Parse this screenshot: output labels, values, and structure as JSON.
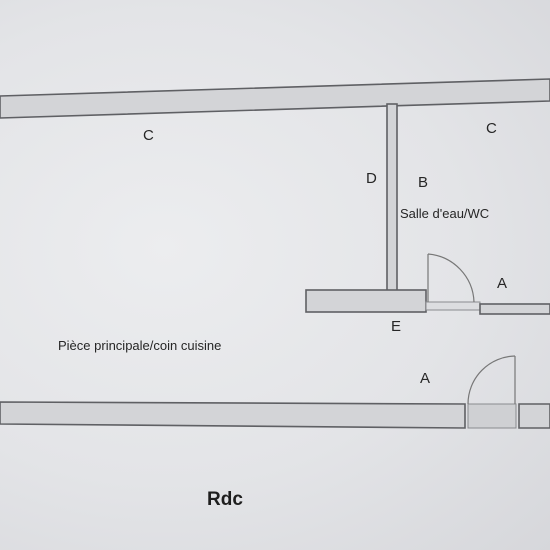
{
  "plan": {
    "labels": {
      "c_main": "C",
      "c_wc": "C",
      "d": "D",
      "b": "B",
      "a_wc": "A",
      "e": "E",
      "a_entry": "A"
    },
    "rooms": {
      "main_room": "Pièce principale/coin cuisine",
      "wc": "Salle d'eau/WC"
    },
    "caption": "Rdc"
  },
  "colors": {
    "background": "#e6e7ea",
    "wall_fill": "#d3d4d7",
    "wall_stroke": "#5f6064",
    "text": "#262626"
  }
}
